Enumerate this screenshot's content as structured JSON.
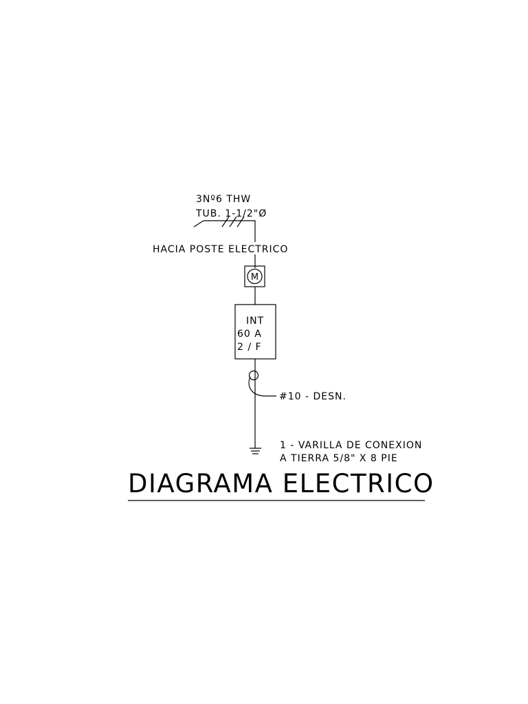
{
  "feeder": {
    "conductors": "3Nº6 THW",
    "conduit": "TUB. 1-1/2\"Ø",
    "direction": "HACIA POSTE ELECTRICO"
  },
  "meter": {
    "symbol": "M"
  },
  "breaker": {
    "line1": "INT",
    "line2": "60 A",
    "line3": "2 / F"
  },
  "ground_wire": {
    "label": "#10 - DESN."
  },
  "ground_rod": {
    "line1": "1 - VARILLA DE CONEXION",
    "line2": "A TIERRA 5/8\" X 8 PIE"
  },
  "title": "DIAGRAMA ELECTRICO",
  "colors": {
    "line": "#000000",
    "background": "#ffffff"
  }
}
